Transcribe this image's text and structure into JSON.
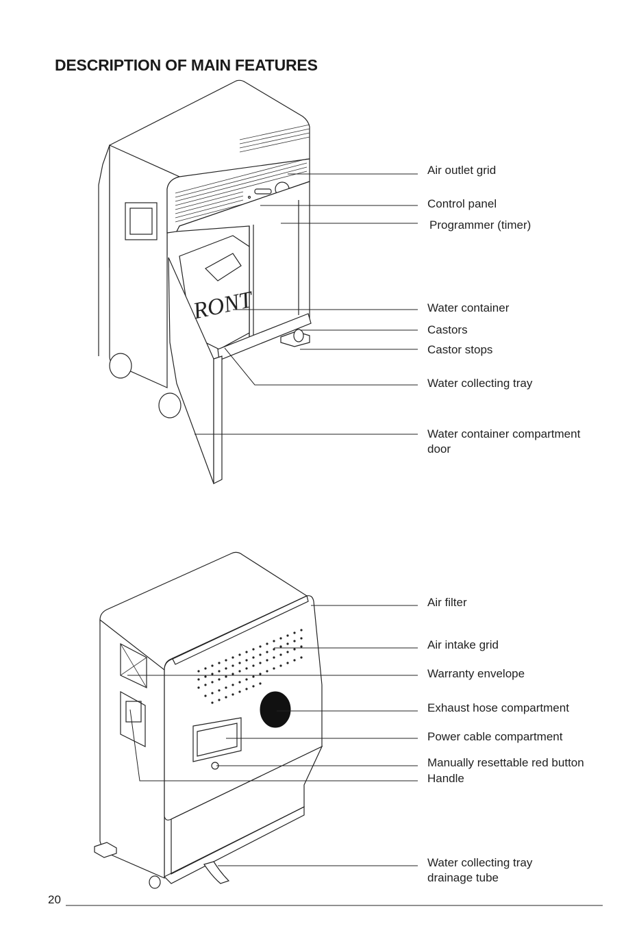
{
  "page": {
    "title": "DESCRIPTION OF MAIN FEATURES",
    "page_number": "20"
  },
  "front_view": {
    "door_text": "RONT",
    "labels": [
      {
        "text": "Air outlet grid"
      },
      {
        "text": "Control panel"
      },
      {
        "text": "Programmer (timer)"
      },
      {
        "text": "Water container"
      },
      {
        "text": "Castors"
      },
      {
        "text": "Castor stops"
      },
      {
        "text": "Water collecting tray"
      },
      {
        "text": "Water container compartment"
      },
      {
        "text": "door"
      }
    ]
  },
  "rear_view": {
    "labels": [
      {
        "text": "Air filter"
      },
      {
        "text": "Air intake grid"
      },
      {
        "text": "Warranty envelope"
      },
      {
        "text": "Exhaust hose compartment"
      },
      {
        "text": "Power cable compartment"
      },
      {
        "text": "Manually resettable red button"
      },
      {
        "text": "Handle"
      },
      {
        "text": "Water collecting tray"
      },
      {
        "text": "drainage tube"
      }
    ]
  }
}
